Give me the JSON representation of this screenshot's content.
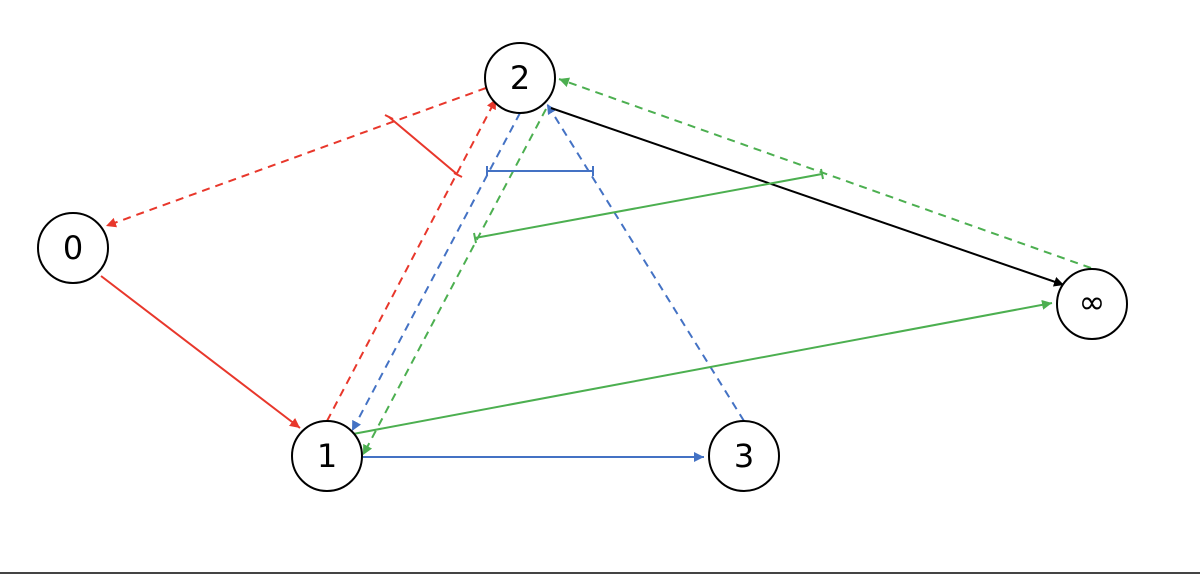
{
  "nodes": [
    {
      "id": "n0",
      "label": "0"
    },
    {
      "id": "n1",
      "label": "1"
    },
    {
      "id": "n2",
      "label": "2"
    },
    {
      "id": "n3",
      "label": "3"
    },
    {
      "id": "ninf",
      "label": "∞"
    }
  ],
  "edges": [
    {
      "id": "e-0-1",
      "from": "0",
      "to": "1",
      "color": "red",
      "style": "solid"
    },
    {
      "id": "e-2-0",
      "from": "2",
      "to": "0",
      "color": "red",
      "style": "dashed"
    },
    {
      "id": "e-1-2-red",
      "from": "1",
      "to": "2",
      "color": "red",
      "style": "dashed"
    },
    {
      "id": "e-2-1-blue",
      "from": "2",
      "to": "1",
      "color": "blue",
      "style": "dashed"
    },
    {
      "id": "e-3-2",
      "from": "3",
      "to": "2",
      "color": "blue",
      "style": "dashed"
    },
    {
      "id": "e-1-3",
      "from": "1",
      "to": "3",
      "color": "blue",
      "style": "solid"
    },
    {
      "id": "e-2-1-green",
      "from": "2",
      "to": "1",
      "color": "green",
      "style": "dashed"
    },
    {
      "id": "e-inf-2",
      "from": "∞",
      "to": "2",
      "color": "green",
      "style": "dashed"
    },
    {
      "id": "e-1-inf",
      "from": "1",
      "to": "∞",
      "color": "green",
      "style": "solid"
    },
    {
      "id": "e-2-inf",
      "from": "2",
      "to": "∞",
      "color": "black",
      "style": "solid"
    }
  ],
  "colors": {
    "red": "#e8372b",
    "blue": "#4472c4",
    "green": "#4caf50",
    "black": "#000000"
  }
}
